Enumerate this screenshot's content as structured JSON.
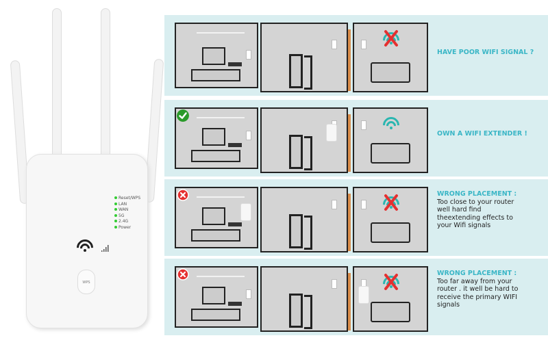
{
  "device": {
    "leds": [
      "Reset/WPS",
      "LAN",
      "WAN",
      "5G",
      "2.4G",
      "Power"
    ],
    "button_label": "WPS"
  },
  "rows": [
    {
      "status": "none",
      "heading": "HAVE POOR WIFI SIGNAL ?",
      "body": "",
      "bedroom_signal": "bad"
    },
    {
      "status": "ok",
      "heading": "OWN A WIFI EXTENDER !",
      "body": "",
      "bedroom_signal": "good"
    },
    {
      "status": "wrong",
      "heading": "WRONG PLACEMENT :",
      "body": "Too close to your router well hard find theextending effects to your Wifi signals",
      "bedroom_signal": "bad"
    },
    {
      "status": "wrong",
      "heading": "WRONG PLACEMENT :",
      "body": "Too far away from your router . it well be hard to receive the primary WIFI signals",
      "bedroom_signal": "bad"
    }
  ],
  "icons": {
    "ok": "check-circle-icon",
    "wrong": "x-circle-icon",
    "wifi": "wifi-icon",
    "cross": "red-x-icon"
  },
  "colors": {
    "accent": "#3ab6c6",
    "ok": "#2a9a2a",
    "wrong": "#e53030",
    "wifi": "#2ab6b0"
  }
}
